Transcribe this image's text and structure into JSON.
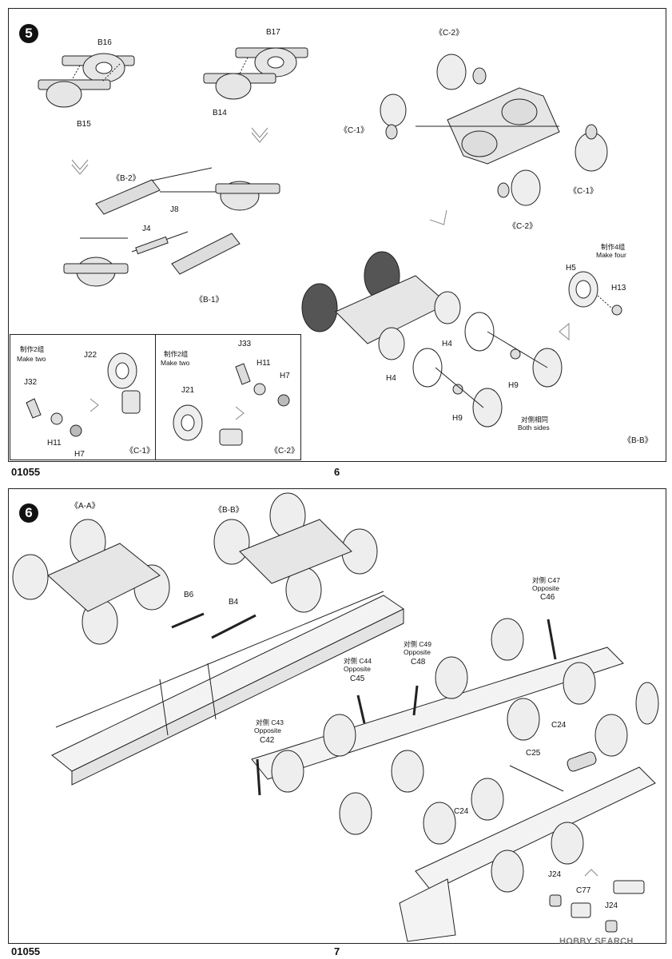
{
  "page_top": {
    "step_number": "5",
    "product_code": "01055",
    "page_number": "6",
    "parts": {
      "b16": "B16",
      "b15": "B15",
      "b17": "B17",
      "b14": "B14",
      "b2": "《B-2》",
      "b1": "《B-1》",
      "j8": "J8",
      "j4": "J4",
      "c2_top": "《C-2》",
      "c1_left": "《C-1》",
      "c1_right": "《C-1》",
      "c2_bottom": "《C-2》",
      "h5": "H5",
      "h13": "H13",
      "make_four_cn": "制作4组",
      "make_four": "Make four",
      "h4_a": "H4",
      "h4_b": "H4",
      "h9_a": "H9",
      "h9_b": "H9",
      "both_sides_cn": "对侧相同",
      "both_sides": "Both sides",
      "bb_label": "《B-B》"
    },
    "box_c1": {
      "make_two_cn": "制作2组",
      "make_two": "Make two",
      "j22": "J22",
      "j32": "J32",
      "h11": "H11",
      "h7": "H7",
      "label": "《C-1》"
    },
    "box_c2": {
      "make_two_cn": "制作2组",
      "make_two": "Make two",
      "j33": "J33",
      "h11": "H11",
      "h7": "H7",
      "j21": "J21",
      "label": "《C-2》"
    }
  },
  "page_bottom": {
    "step_number": "6",
    "product_code": "01055",
    "page_number": "7",
    "parts": {
      "aa": "《A-A》",
      "bb": "《B-B》",
      "b6": "B6",
      "b4": "B4",
      "c47_cn": "对侧 C47",
      "c47_opp": "Opposite",
      "c46": "C46",
      "c49_cn": "对侧 C49",
      "c49_opp": "Opposite",
      "c48": "C48",
      "c44_cn": "对侧 C44",
      "c44_opp": "Opposite",
      "c45": "C45",
      "c43_cn": "对侧 C43",
      "c43_opp": "Opposite",
      "c42": "C42",
      "c24_a": "C24",
      "c25": "C25",
      "c24_b": "C24",
      "j24_a": "J24",
      "c77": "C77",
      "j24_b": "J24"
    },
    "watermark": "HOBBY SEARCH"
  }
}
